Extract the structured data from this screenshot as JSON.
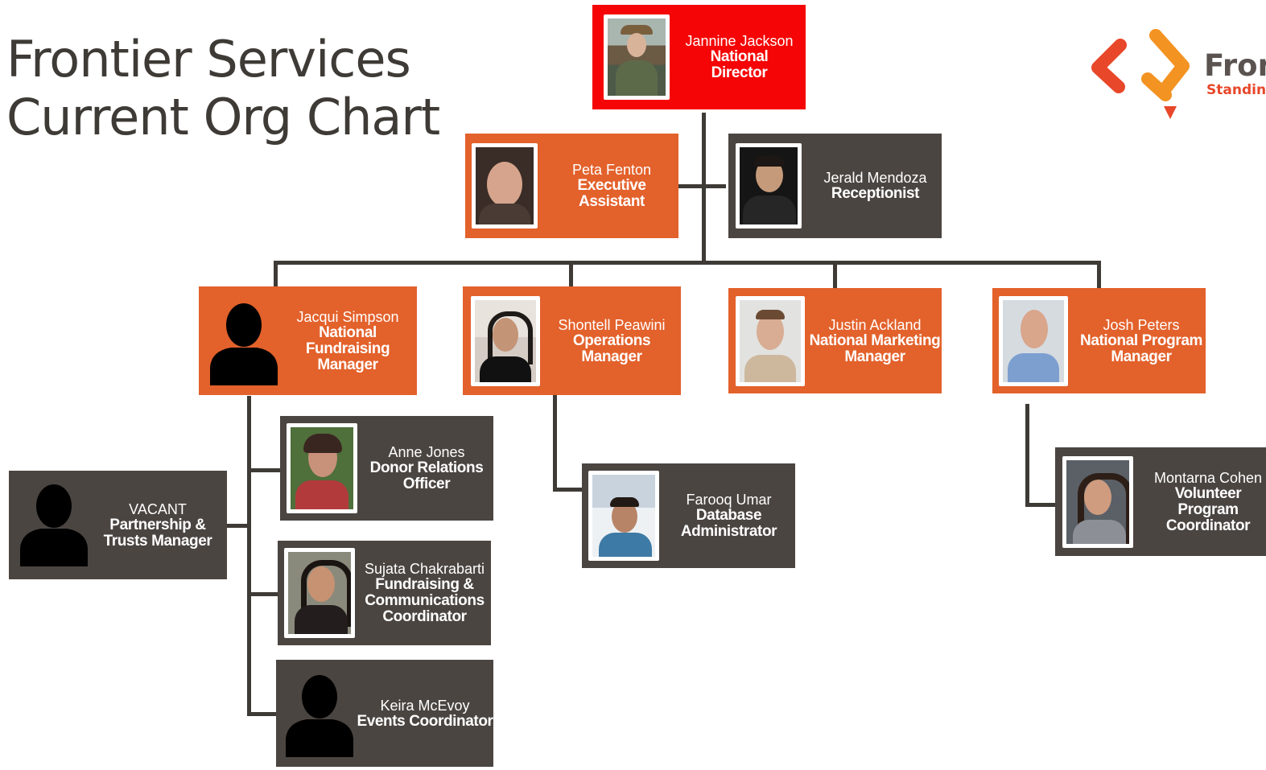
{
  "title": {
    "line1": "Frontier Services",
    "line2": "Current Org Chart"
  },
  "logo": {
    "name": "Fron",
    "tagline": "Standin"
  },
  "people": {
    "jannine": {
      "name": "Jannine Jackson",
      "role": "National Director"
    },
    "peta": {
      "name": "Peta Fenton",
      "role": "Executive Assistant"
    },
    "jerald": {
      "name": "Jerald Mendoza",
      "role": "Receptionist"
    },
    "jacqui": {
      "name": "Jacqui Simpson",
      "role": "National Fundraising Manager"
    },
    "shontell": {
      "name": "Shontell Peawini",
      "role": "Operations Manager"
    },
    "justin": {
      "name": "Justin Ackland",
      "role": "National Marketing Manager"
    },
    "josh": {
      "name": "Josh Peters",
      "role": "National Program Manager"
    },
    "anne": {
      "name": "Anne Jones",
      "role": "Donor Relations Officer"
    },
    "vacant": {
      "name": "VACANT",
      "role": "Partnership & Trusts Manager"
    },
    "sujata": {
      "name": "Sujata Chakrabarti",
      "role": "Fundraising & Communications Coordinator"
    },
    "keira": {
      "name": "Keira McEvoy",
      "role": "Events Coordinator"
    },
    "farooq": {
      "name": "Farooq Umar",
      "role": "Database Administrator"
    },
    "montarna": {
      "name": "Montarna Cohen",
      "role": "Volunteer Program Coordinator"
    }
  },
  "colors": {
    "director": "#f50505",
    "orange": "#e3612b",
    "dark": "#4b4541",
    "connector": "#3e3a36",
    "logo_red": "#e8472a",
    "logo_orange": "#f39322"
  }
}
